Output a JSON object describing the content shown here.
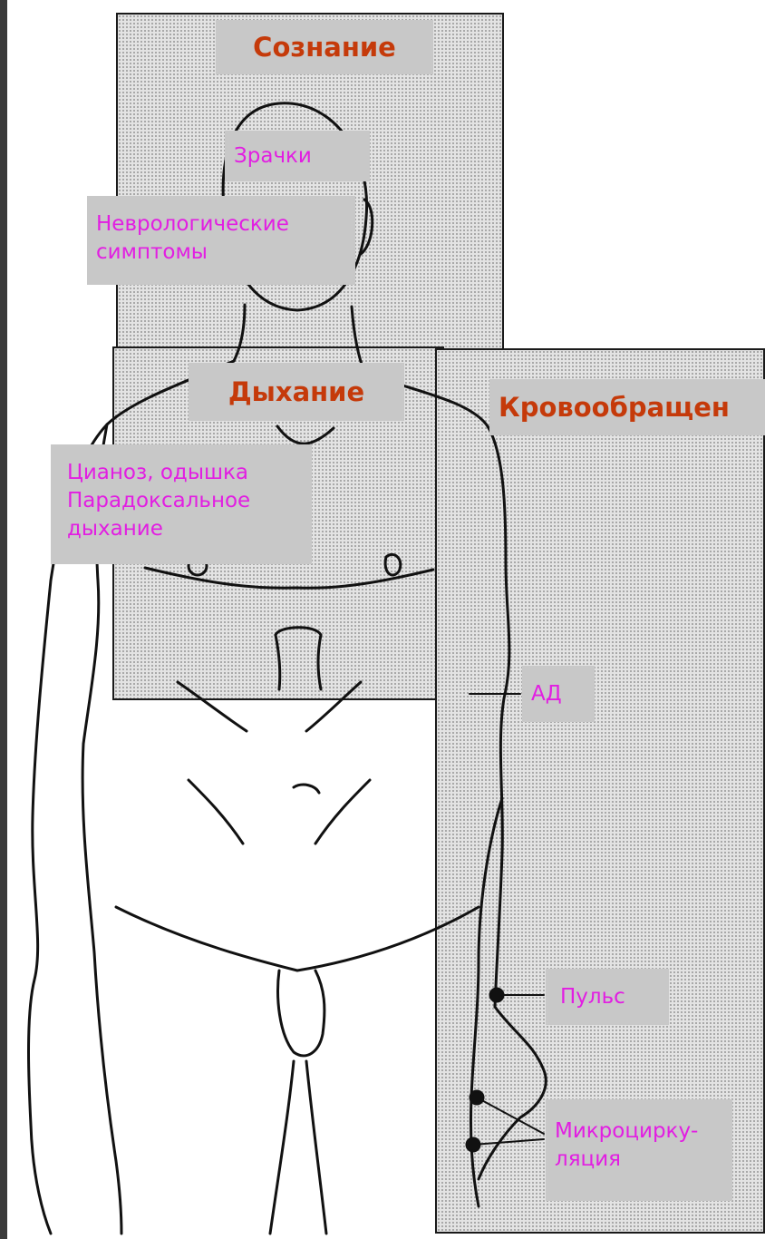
{
  "zones": {
    "consciousness": {
      "title": "Сознание"
    },
    "breathing": {
      "title": "Дыхание"
    },
    "circulation": {
      "title": "Кровообращен"
    }
  },
  "labels": {
    "pupils": "Зрачки",
    "neuro": "Неврологические\nсимптомы",
    "cyanosis": "Цианоз, одышка\nПарадоксальное\nдыхание",
    "bp": "АД",
    "pulse": "Пульс",
    "microcirculation": "Микроцирку-\nляция"
  },
  "colors": {
    "header_text": "#c53a0a",
    "label_text": "#e21ee2",
    "label_bg": "#c8c8c8"
  }
}
